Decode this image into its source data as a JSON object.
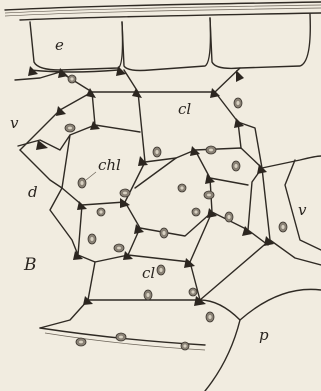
{
  "figure": {
    "labels": {
      "e": "e",
      "cl_top": "cl",
      "v_left": "v",
      "chl": "chl",
      "d": "d",
      "B": "B",
      "cl_bottom": "cl",
      "v_right": "v",
      "p": "p"
    },
    "colors": {
      "paper": "#f1ece0",
      "ink": "#2f2a24"
    }
  }
}
